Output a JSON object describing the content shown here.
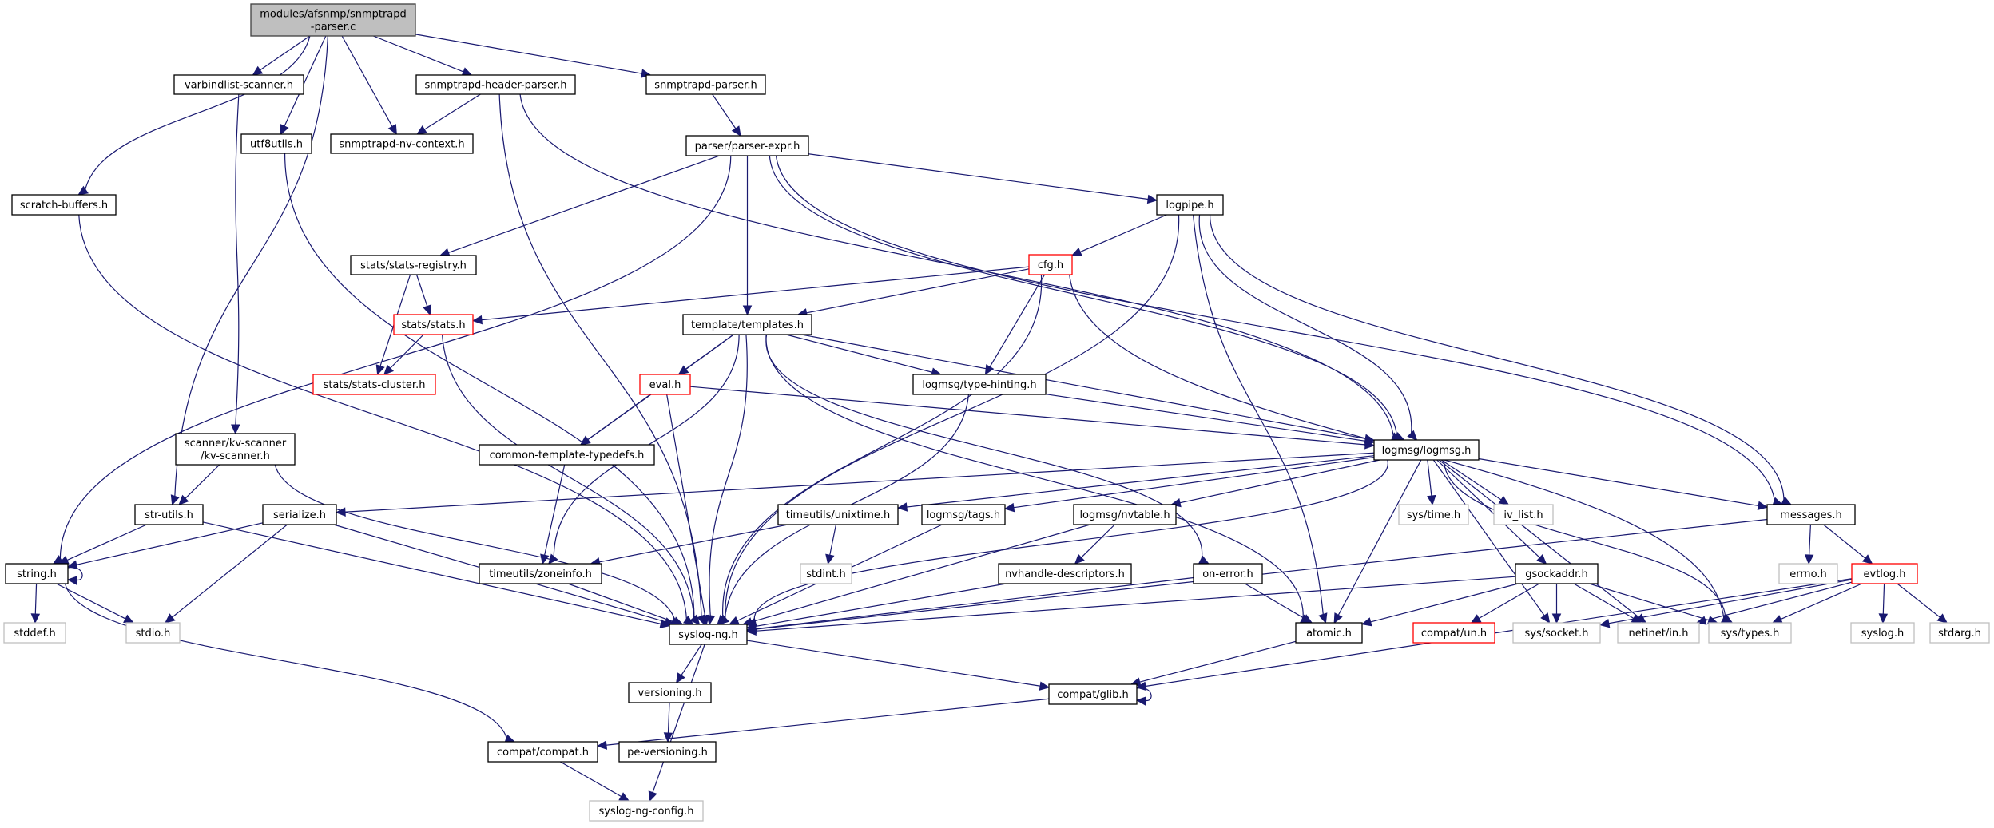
{
  "title": "Include dependency graph for modules/afsnmp/snmptrapd-parser.c",
  "edge_color": "#191970",
  "legend": {
    "root": "#bfbfbf",
    "normal_border": "#000000",
    "truncated_border": "#ff0000",
    "external_border": "#bfbfbf"
  },
  "nodes": [
    {
      "id": "root",
      "label": [
        "modules/afsnmp/snmptrapd",
        "-parser.c"
      ],
      "kind": "root"
    },
    {
      "id": "varbindlist",
      "label": [
        "varbindlist-scanner.h"
      ],
      "kind": "normal"
    },
    {
      "id": "hdrparser",
      "label": [
        "snmptrapd-header-parser.h"
      ],
      "kind": "normal"
    },
    {
      "id": "trapparser",
      "label": [
        "snmptrapd-parser.h"
      ],
      "kind": "normal"
    },
    {
      "id": "utf8utils",
      "label": [
        "utf8utils.h"
      ],
      "kind": "normal"
    },
    {
      "id": "nvcontext",
      "label": [
        "snmptrapd-nv-context.h"
      ],
      "kind": "normal"
    },
    {
      "id": "parserexpr",
      "label": [
        "parser/parser-expr.h"
      ],
      "kind": "normal"
    },
    {
      "id": "scratch",
      "label": [
        "scratch-buffers.h"
      ],
      "kind": "normal"
    },
    {
      "id": "logpipe",
      "label": [
        "logpipe.h"
      ],
      "kind": "normal"
    },
    {
      "id": "statsreg",
      "label": [
        "stats/stats-registry.h"
      ],
      "kind": "normal"
    },
    {
      "id": "cfg",
      "label": [
        "cfg.h"
      ],
      "kind": "truncated"
    },
    {
      "id": "stats",
      "label": [
        "stats/stats.h"
      ],
      "kind": "truncated"
    },
    {
      "id": "templates",
      "label": [
        "template/templates.h"
      ],
      "kind": "normal"
    },
    {
      "id": "statscluster",
      "label": [
        "stats/stats-cluster.h"
      ],
      "kind": "truncated"
    },
    {
      "id": "eval",
      "label": [
        "eval.h"
      ],
      "kind": "truncated"
    },
    {
      "id": "typehint",
      "label": [
        "logmsg/type-hinting.h"
      ],
      "kind": "normal"
    },
    {
      "id": "kvscanner",
      "label": [
        "scanner/kv-scanner",
        "/kv-scanner.h"
      ],
      "kind": "normal"
    },
    {
      "id": "ctypedefs",
      "label": [
        "common-template-typedefs.h"
      ],
      "kind": "normal"
    },
    {
      "id": "logmsg",
      "label": [
        "logmsg/logmsg.h"
      ],
      "kind": "normal"
    },
    {
      "id": "strutils",
      "label": [
        "str-utils.h"
      ],
      "kind": "normal"
    },
    {
      "id": "serialize",
      "label": [
        "serialize.h"
      ],
      "kind": "normal"
    },
    {
      "id": "unixtime",
      "label": [
        "timeutils/unixtime.h"
      ],
      "kind": "normal"
    },
    {
      "id": "tags",
      "label": [
        "logmsg/tags.h"
      ],
      "kind": "normal"
    },
    {
      "id": "nvtable",
      "label": [
        "logmsg/nvtable.h"
      ],
      "kind": "normal"
    },
    {
      "id": "systime",
      "label": [
        "sys/time.h"
      ],
      "kind": "external"
    },
    {
      "id": "ivlist",
      "label": [
        "iv_list.h"
      ],
      "kind": "external"
    },
    {
      "id": "messages",
      "label": [
        "messages.h"
      ],
      "kind": "normal"
    },
    {
      "id": "string",
      "label": [
        "string.h"
      ],
      "kind": "normal"
    },
    {
      "id": "zoneinfo",
      "label": [
        "timeutils/zoneinfo.h"
      ],
      "kind": "normal"
    },
    {
      "id": "stdint",
      "label": [
        "stdint.h"
      ],
      "kind": "external"
    },
    {
      "id": "nvhandle",
      "label": [
        "nvhandle-descriptors.h"
      ],
      "kind": "normal"
    },
    {
      "id": "onerror",
      "label": [
        "on-error.h"
      ],
      "kind": "normal"
    },
    {
      "id": "gsockaddr",
      "label": [
        "gsockaddr.h"
      ],
      "kind": "normal"
    },
    {
      "id": "errno",
      "label": [
        "errno.h"
      ],
      "kind": "external"
    },
    {
      "id": "evtlog",
      "label": [
        "evtlog.h"
      ],
      "kind": "truncated"
    },
    {
      "id": "stddef",
      "label": [
        "stddef.h"
      ],
      "kind": "external"
    },
    {
      "id": "stdio",
      "label": [
        "stdio.h"
      ],
      "kind": "external"
    },
    {
      "id": "syslogng",
      "label": [
        "syslog-ng.h"
      ],
      "kind": "normal"
    },
    {
      "id": "atomic",
      "label": [
        "atomic.h"
      ],
      "kind": "normal"
    },
    {
      "id": "compatun",
      "label": [
        "compat/un.h"
      ],
      "kind": "truncated"
    },
    {
      "id": "syssocket",
      "label": [
        "sys/socket.h"
      ],
      "kind": "external"
    },
    {
      "id": "netinet",
      "label": [
        "netinet/in.h"
      ],
      "kind": "external"
    },
    {
      "id": "systypes",
      "label": [
        "sys/types.h"
      ],
      "kind": "external"
    },
    {
      "id": "syslogh",
      "label": [
        "syslog.h"
      ],
      "kind": "external"
    },
    {
      "id": "stdarg",
      "label": [
        "stdarg.h"
      ],
      "kind": "external"
    },
    {
      "id": "versioning",
      "label": [
        "versioning.h"
      ],
      "kind": "normal"
    },
    {
      "id": "glib",
      "label": [
        "compat/glib.h"
      ],
      "kind": "normal"
    },
    {
      "id": "compat",
      "label": [
        "compat/compat.h"
      ],
      "kind": "normal"
    },
    {
      "id": "peversioning",
      "label": [
        "pe-versioning.h"
      ],
      "kind": "normal"
    },
    {
      "id": "config",
      "label": [
        "syslog-ng-config.h"
      ],
      "kind": "external"
    }
  ],
  "edges": [
    [
      "root",
      "varbindlist"
    ],
    [
      "root",
      "hdrparser"
    ],
    [
      "root",
      "trapparser"
    ],
    [
      "root",
      "utf8utils"
    ],
    [
      "root",
      "nvcontext"
    ],
    [
      "root",
      "scratch"
    ],
    [
      "root",
      "strutils"
    ],
    [
      "hdrparser",
      "nvcontext"
    ],
    [
      "hdrparser",
      "syslogng"
    ],
    [
      "hdrparser",
      "logmsg"
    ],
    [
      "trapparser",
      "parserexpr"
    ],
    [
      "varbindlist",
      "kvscanner"
    ],
    [
      "utf8utils",
      "syslogng"
    ],
    [
      "scratch",
      "syslogng"
    ],
    [
      "parserexpr",
      "templates"
    ],
    [
      "parserexpr",
      "logpipe"
    ],
    [
      "parserexpr",
      "statsreg"
    ],
    [
      "parserexpr",
      "string"
    ],
    [
      "parserexpr",
      "logmsg"
    ],
    [
      "parserexpr",
      "messages"
    ],
    [
      "logpipe",
      "cfg"
    ],
    [
      "logpipe",
      "logmsg"
    ],
    [
      "logpipe",
      "messages"
    ],
    [
      "logpipe",
      "syslogng"
    ],
    [
      "logpipe",
      "atomic"
    ],
    [
      "cfg",
      "templates"
    ],
    [
      "cfg",
      "stats"
    ],
    [
      "cfg",
      "typehint"
    ],
    [
      "cfg",
      "syslogng"
    ],
    [
      "cfg",
      "systypes"
    ],
    [
      "statsreg",
      "stats"
    ],
    [
      "statsreg",
      "statscluster"
    ],
    [
      "stats",
      "statscluster"
    ],
    [
      "stats",
      "syslogng"
    ],
    [
      "templates",
      "eval"
    ],
    [
      "templates",
      "typehint"
    ],
    [
      "templates",
      "ctypedefs"
    ],
    [
      "templates",
      "zoneinfo"
    ],
    [
      "templates",
      "syslogng"
    ],
    [
      "templates",
      "logmsg"
    ],
    [
      "templates",
      "onerror"
    ],
    [
      "templates",
      "atomic"
    ],
    [
      "eval",
      "ctypedefs"
    ],
    [
      "eval",
      "logmsg"
    ],
    [
      "eval",
      "syslogng"
    ],
    [
      "typehint",
      "logmsg"
    ],
    [
      "typehint",
      "syslogng"
    ],
    [
      "ctypedefs",
      "zoneinfo"
    ],
    [
      "kvscanner",
      "strutils"
    ],
    [
      "kvscanner",
      "syslogng"
    ],
    [
      "logmsg",
      "serialize"
    ],
    [
      "logmsg",
      "unixtime"
    ],
    [
      "logmsg",
      "tags"
    ],
    [
      "logmsg",
      "nvtable"
    ],
    [
      "logmsg",
      "systime"
    ],
    [
      "logmsg",
      "ivlist"
    ],
    [
      "logmsg",
      "messages"
    ],
    [
      "logmsg",
      "gsockaddr"
    ],
    [
      "logmsg",
      "atomic"
    ],
    [
      "logmsg",
      "syslogng"
    ],
    [
      "logmsg",
      "syssocket"
    ],
    [
      "logmsg",
      "netinet"
    ],
    [
      "logmsg",
      "systypes"
    ],
    [
      "strutils",
      "string"
    ],
    [
      "strutils",
      "syslogng"
    ],
    [
      "serialize",
      "string"
    ],
    [
      "serialize",
      "stdio"
    ],
    [
      "serialize",
      "syslogng"
    ],
    [
      "unixtime",
      "stdint"
    ],
    [
      "unixtime",
      "zoneinfo"
    ],
    [
      "tags",
      "syslogng"
    ],
    [
      "nvtable",
      "nvhandle"
    ],
    [
      "nvtable",
      "syslogng"
    ],
    [
      "messages",
      "errno"
    ],
    [
      "messages",
      "evtlog"
    ],
    [
      "messages",
      "syslogng"
    ],
    [
      "string",
      "string"
    ],
    [
      "string",
      "stddef"
    ],
    [
      "string",
      "stdio"
    ],
    [
      "string",
      "compat"
    ],
    [
      "zoneinfo",
      "syslogng"
    ],
    [
      "nvhandle",
      "syslogng"
    ],
    [
      "onerror",
      "atomic"
    ],
    [
      "onerror",
      "syslogng"
    ],
    [
      "gsockaddr",
      "compatun"
    ],
    [
      "gsockaddr",
      "syssocket"
    ],
    [
      "gsockaddr",
      "netinet"
    ],
    [
      "gsockaddr",
      "systypes"
    ],
    [
      "gsockaddr",
      "atomic"
    ],
    [
      "gsockaddr",
      "syslogng"
    ],
    [
      "evtlog",
      "syssocket"
    ],
    [
      "evtlog",
      "netinet"
    ],
    [
      "evtlog",
      "systypes"
    ],
    [
      "evtlog",
      "syslogh"
    ],
    [
      "evtlog",
      "stdarg"
    ],
    [
      "evtlog",
      "glib"
    ],
    [
      "syslogng",
      "versioning"
    ],
    [
      "syslogng",
      "glib"
    ],
    [
      "syslogng",
      "config"
    ],
    [
      "atomic",
      "glib"
    ],
    [
      "glib",
      "glib"
    ],
    [
      "glib",
      "compat"
    ],
    [
      "versioning",
      "peversioning"
    ],
    [
      "compat",
      "config"
    ]
  ]
}
